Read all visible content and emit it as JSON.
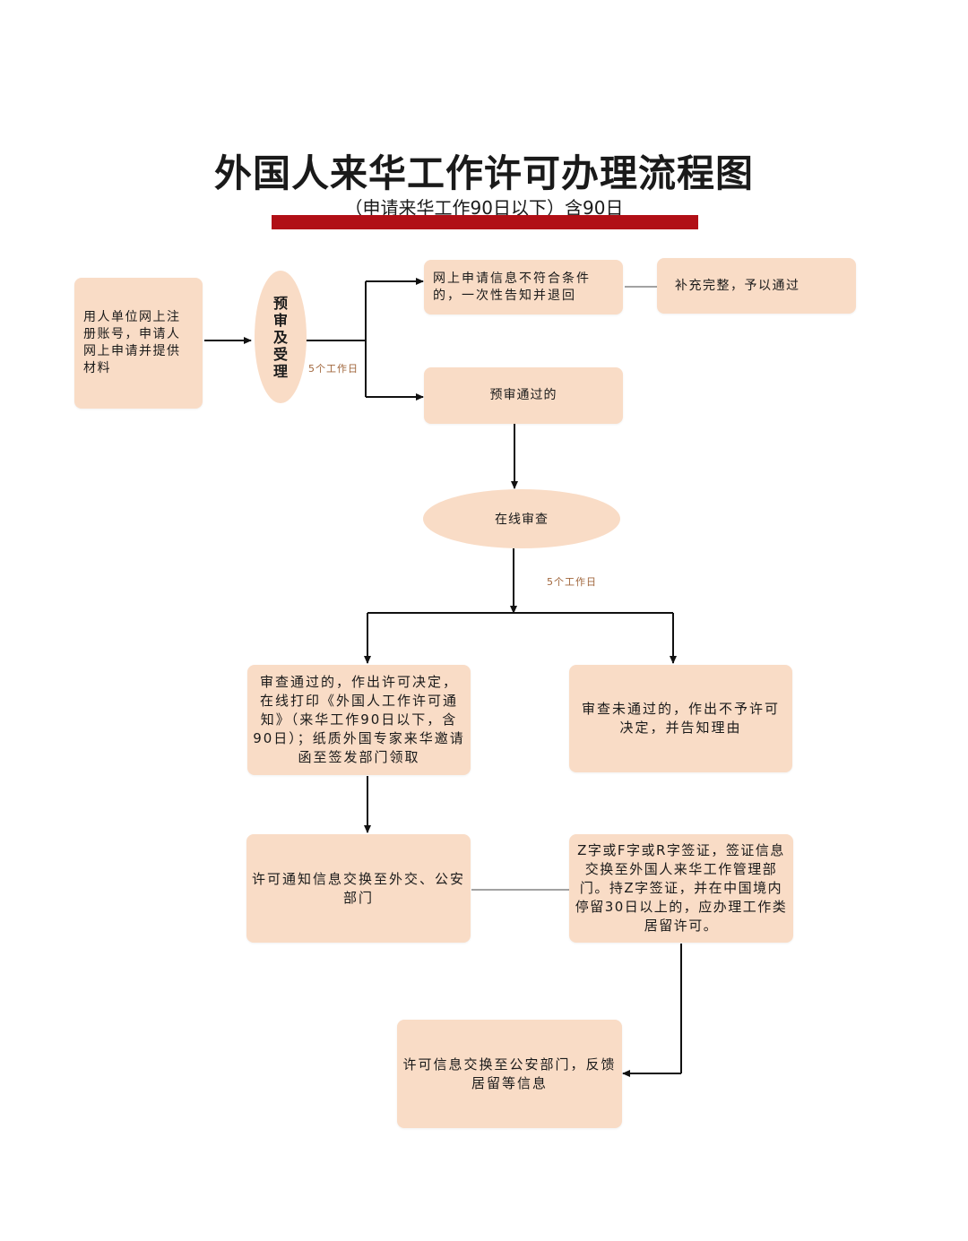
{
  "title": "外国人来华工作许可办理流程图",
  "subtitle": "（申请来华工作90日以下）含90日",
  "colors": {
    "accent_bar": "#b10f16",
    "box_fill": "#f9dcc6"
  },
  "nodes": {
    "register": "用人单位网上注册账号，申请人网上申请并提供材料",
    "pre_review": "预审及受理",
    "not_meet": "网上申请信息不符合条件的，一次性告知并退回",
    "supplement": "补充完整，予以通过",
    "pre_passed": "预审通过的",
    "online_review": "在线审查",
    "approved": "审查通过的，作出许可决定，在线打印《外国人工作许可通知》（来华工作90日以下，含90日）；纸质外国专家来华邀请函至签发部门领取",
    "rejected": "审查未通过的，作出不予许可决定，并告知理由",
    "exchange_foreign": "许可通知信息交换至外交、公安部门",
    "visa": "Z字或F字或R字签证，签证信息交换至外国人来华工作管理部门。持Z字签证，并在中国境内停留30日以上的，应办理工作类居留许可。",
    "exchange_police": "许可信息交换至公安部门，反馈居留等信息"
  },
  "durations": {
    "pre_review_days": "5个工作日",
    "online_review_days": "5个工作日"
  }
}
